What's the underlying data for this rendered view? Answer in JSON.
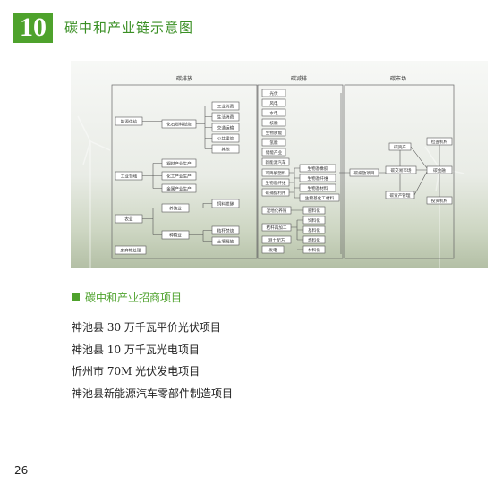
{
  "header": {
    "number": "10",
    "title": "碳中和产业链示意图"
  },
  "diagram": {
    "columns": [
      "碳排放",
      "碳减排",
      "碳市场"
    ],
    "emission": {
      "sources": [
        "能源供给",
        "工业领域",
        "农业",
        "废弃物处理"
      ],
      "level2": [
        "化石燃料燃烧",
        "钢材产业生产",
        "化工产业生产",
        "金属产业生产",
        "养殖业",
        "种植业"
      ],
      "level3": [
        "工业消费",
        "生活消费",
        "交通运输",
        "公共建筑",
        "其他",
        "饲料发酵",
        "秸秆焚烧",
        "土壤释放"
      ]
    },
    "reduction": {
      "group1": [
        "光伏",
        "风电",
        "水电",
        "核能",
        "生物质能",
        "氢能",
        "储能产业",
        "新能源汽车"
      ],
      "group2": [
        "可降解塑料",
        "生物基纤维",
        "碳捕捉利用"
      ],
      "group2_right": [
        "生物基橡胶",
        "生物基纤维",
        "生物基材料",
        "生物基化工材料"
      ],
      "group3": [
        "湿地化养殖",
        "秸秆再加工",
        "测土配方",
        "发电"
      ],
      "group3_right": [
        "肥料化",
        "饲料化",
        "基料化",
        "燃料化",
        "材料化"
      ]
    },
    "market": [
      "碳资产",
      "碳交易市场",
      "碳排放项目",
      "检查机构",
      "碳资产管理",
      "碳金融",
      "投资机构"
    ]
  },
  "section": {
    "heading": "碳中和产业招商项目"
  },
  "projects": [
    "神池县 30 万千瓦平价光伏项目",
    "神池县 10 万千瓦光电项目",
    "忻州市 70M 光伏发电项目",
    "神池县新能源汽车零部件制造项目"
  ],
  "footer": {
    "page_number": "26"
  }
}
